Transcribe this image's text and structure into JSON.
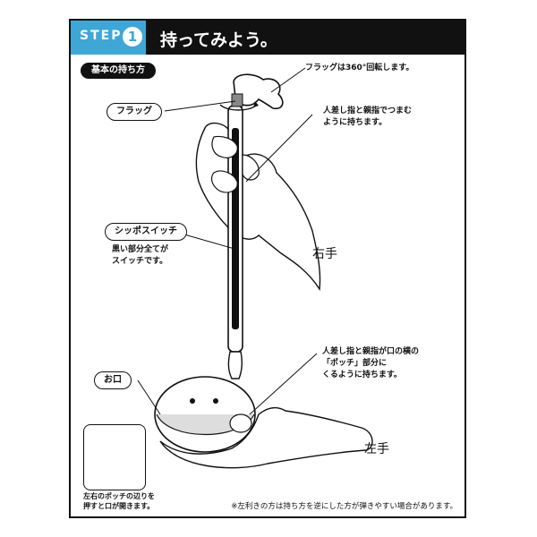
{
  "header": {
    "step_label": "STEP",
    "step_number": "1",
    "title": "持ってみよう。",
    "accent_color": "#3fa7d6"
  },
  "section": {
    "title": "基本の持ち方"
  },
  "labels": {
    "flag": "フラッグ",
    "tail_switch": "シッポスイッチ",
    "mouth": "お口"
  },
  "notes": {
    "flag_rotate": "フラッグは360°回転します。",
    "pinch": "人差し指と親指でつまむ\nように持ちます。",
    "switch_desc": "黒い部分全てが\nスイッチです。",
    "mouth_hold": "人差し指と親指が口の横の\n「ポッチ」部分に\nくるように持ちます。",
    "inset_caption": "左右のポッチの辺りを\n押すと口が開きます。",
    "footnote": "※左利きの方は持ち方を逆にした方が弾きやすい場合があります。"
  },
  "hands": {
    "right": "右手",
    "left": "左手"
  },
  "icons": [
    "rotate-arrow-icon",
    "push-arrow-icon"
  ]
}
